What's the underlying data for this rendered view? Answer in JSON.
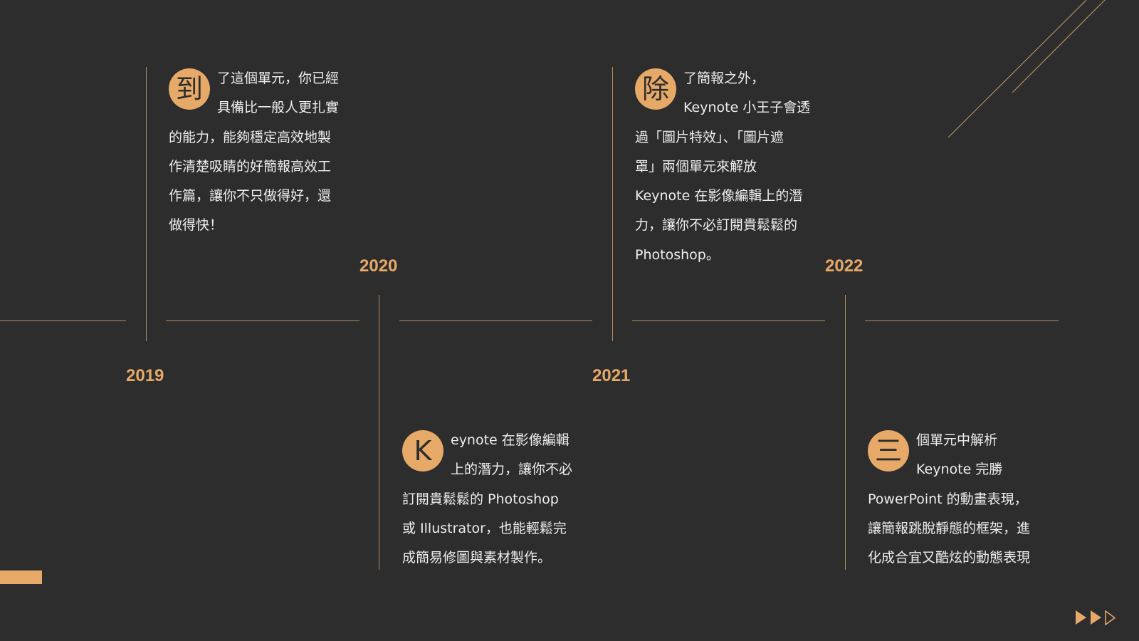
{
  "timeline": {
    "accent_color": "#e7a968",
    "line_color": "#b58c5e",
    "background": "#2d2d2e",
    "entries": [
      {
        "year": "2019",
        "drop_cap": "到",
        "lines": [
          "了這個單元，你已經",
          "具備比一般人更扎實",
          "的能力，能夠穩定高效地製",
          "作清楚吸睛的好簡報高效工",
          "作篇，讓你不只做得好，還",
          "做得快！"
        ]
      },
      {
        "year": "2020",
        "drop_cap": "K",
        "lines": [
          "eynote 在影像編輯",
          "上的潛力，讓你不必",
          "訂閱貴鬆鬆的 Photoshop",
          "或 Illustrator，也能輕鬆完",
          "成簡易修圖與素材製作。"
        ]
      },
      {
        "year": "2021",
        "drop_cap": "除",
        "lines": [
          "了簡報之外，",
          "Keynote 小王子會透",
          "過「圖片特效」、「圖片遮",
          "罩」兩個單元來解放",
          "Keynote 在影像編輯上的潛",
          "力，讓你不必訂閱貴鬆鬆的",
          "Photoshop。"
        ]
      },
      {
        "year": "2022",
        "drop_cap": "三",
        "lines": [
          "個單元中解析",
          "Keynote 完勝",
          "PowerPoint 的動畫表現，",
          "讓簡報跳脫靜態的框架，進",
          "化成合宜又酷炫的動態表現"
        ]
      }
    ]
  },
  "navigation": {
    "icons": [
      "play-filled-icon",
      "play-filled-icon",
      "play-outline-icon"
    ]
  }
}
